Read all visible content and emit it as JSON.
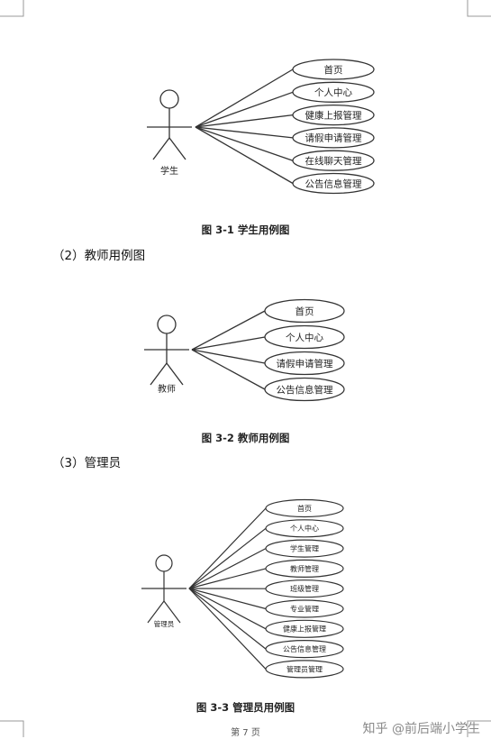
{
  "figures": [
    {
      "id": "student",
      "actor": "学生",
      "use_cases": [
        "首页",
        "个人中心",
        "健康上报管理",
        "请假申请管理",
        "在线聊天管理",
        "公告信息管理"
      ],
      "caption": "图 3-1  学生用例图"
    },
    {
      "id": "teacher",
      "heading": "（2）教师用例图",
      "actor": "教师",
      "use_cases": [
        "首页",
        "个人中心",
        "请假申请管理",
        "公告信息管理"
      ],
      "caption": "图 3-2  教师用例图"
    },
    {
      "id": "admin",
      "heading": "（3）管理员",
      "actor": "管理员",
      "use_cases": [
        "首页",
        "个人中心",
        "学生管理",
        "教师管理",
        "班级管理",
        "专业管理",
        "健康上报管理",
        "公告信息管理",
        "管理员管理"
      ],
      "caption": "图 3-3  管理员用例图"
    }
  ],
  "footer": {
    "page_number": "第 7 页",
    "watermark": "知乎 @前后端小学生"
  }
}
